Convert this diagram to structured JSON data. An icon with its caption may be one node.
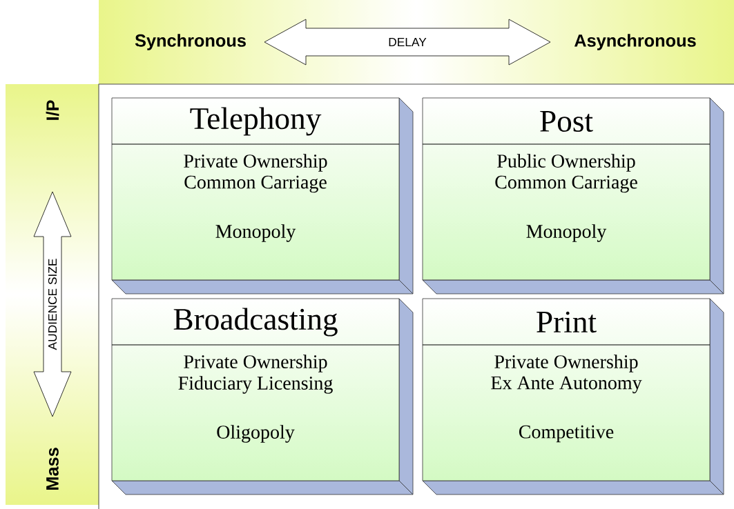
{
  "diagram": {
    "nodes": [
      {
        "text": [
          "Telephony",
          "Private Ownership",
          "Common Carriage",
          "Monopoly"
        ]
      },
      {
        "text": [
          "Post",
          "Public Ownership",
          "Common Carriage",
          "Monopoly"
        ]
      },
      {
        "text": [
          "Broadcasting",
          "Private Ownership",
          "Fiduciary Licensing",
          "Oligopoly"
        ]
      },
      {
        "text": [
          "Print",
          "Private Ownership",
          "Ex Ante Autonomy",
          "Competitive"
        ]
      }
    ],
    "labels": [
      "Synchronous",
      "DELAY",
      "Asynchronous",
      "I/P",
      "AUDIENCE SIZE",
      "Mass"
    ]
  }
}
